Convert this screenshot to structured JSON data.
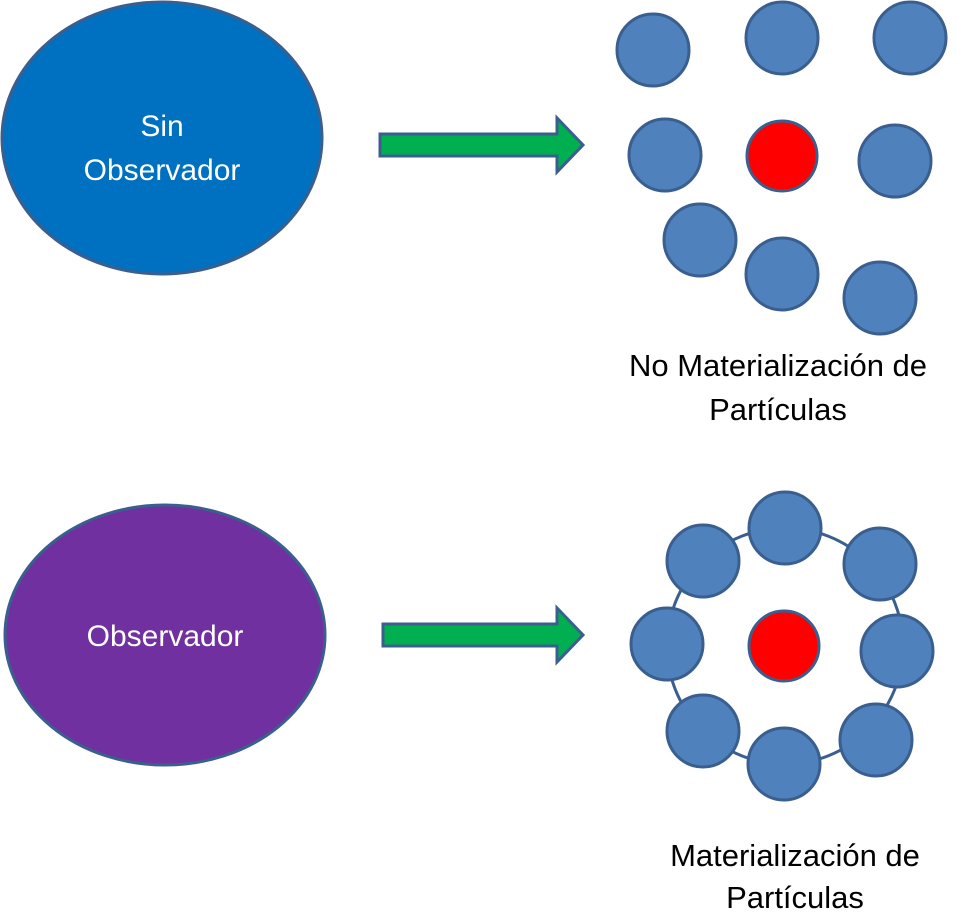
{
  "colors": {
    "no_observer_fill": "#0070C0",
    "observer_fill": "#7030A0",
    "outline": "#3A5F8F",
    "arrow_fill": "#00B050",
    "particle_fill": "#4F81BD",
    "nucleus_fill": "#FF0000"
  },
  "top_row": {
    "source_label_line1": "Sin",
    "source_label_line2": "Observador",
    "result_caption_line1": "No Materialización de",
    "result_caption_line2": "Partículas",
    "particle_count": 8,
    "nucleus_count": 1
  },
  "bottom_row": {
    "source_label": "Observador",
    "result_caption_line1": "Materialización de",
    "result_caption_line2": "Partículas",
    "particle_count": 8,
    "nucleus_count": 1,
    "has_orbit": true
  }
}
